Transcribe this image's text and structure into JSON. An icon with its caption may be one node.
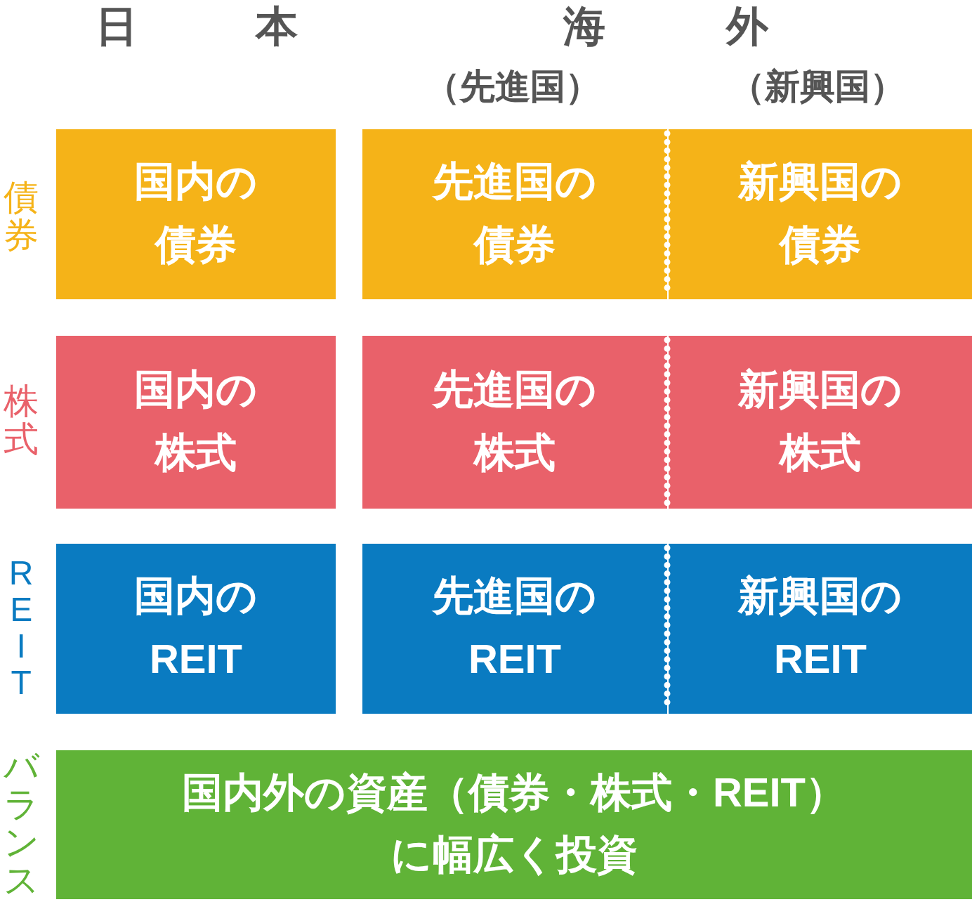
{
  "diagram": {
    "nodes": [
      {
        "text": [
          "国内の債券"
        ]
      },
      {
        "text": [
          "先進国の債券"
        ]
      },
      {
        "text": [
          "新興国の債券"
        ]
      },
      {
        "text": [
          "国内の株式"
        ]
      },
      {
        "text": [
          "先進国の株式"
        ]
      },
      {
        "text": [
          "新興国の株式"
        ]
      },
      {
        "text": [
          "国内のREIT"
        ]
      },
      {
        "text": [
          "先進国のREIT"
        ]
      },
      {
        "text": [
          "新興国のREIT"
        ]
      },
      {
        "text": [
          "国内外の資産（債券・株式・REIT）に幅広く投資"
        ]
      }
    ],
    "labels": [
      "日本",
      "海外",
      "（先進国）",
      "（新興国）",
      "債券",
      "株式",
      "REIT",
      "バランス"
    ]
  }
}
